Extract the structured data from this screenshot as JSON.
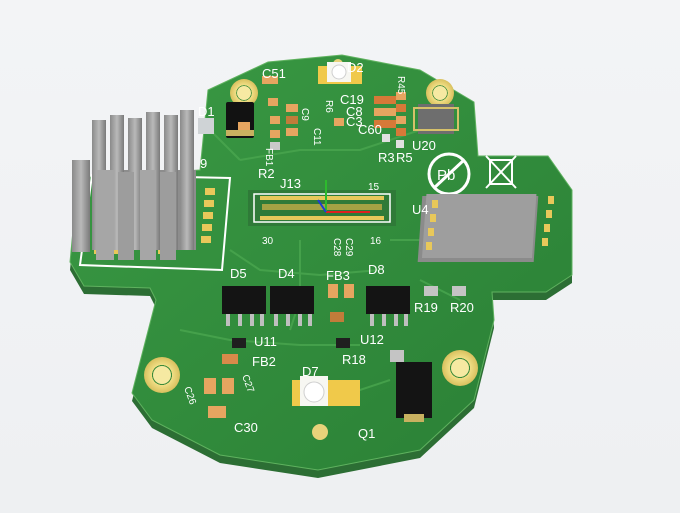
{
  "board": {
    "silkscreen_color": "#ffffff",
    "soldermask_color": "#2f8a3a",
    "copper_color": "#e8d27a",
    "component_labels": {
      "c51": "C51",
      "d2": "D2",
      "d1": "D1",
      "c9": "C9",
      "c11": "C11",
      "r6": "R6",
      "c19": "C19",
      "c8": "C8",
      "c3": "C3",
      "c60": "C60",
      "r45": "R45",
      "r3": "R3",
      "r5": "R5",
      "u20": "U20",
      "j13": "J13",
      "fb1": "FB1",
      "r2": "R2",
      "u4": "U4",
      "d5": "D5",
      "d4": "D4",
      "fb3": "FB3",
      "d8": "D8",
      "c28": "C28",
      "c29": "C29",
      "r19": "R19",
      "r20": "R20",
      "u11": "U11",
      "u12": "U12",
      "fb2": "FB2",
      "r18": "R18",
      "c26": "C26",
      "c27": "C27",
      "d7": "D7",
      "c30": "C30",
      "q1": "Q1",
      "pin9": "9",
      "pin15": "15",
      "pin16": "16",
      "pin30": "30"
    },
    "compliance": {
      "pb_free": "Pb",
      "weee": "weee-bin-icon"
    }
  }
}
